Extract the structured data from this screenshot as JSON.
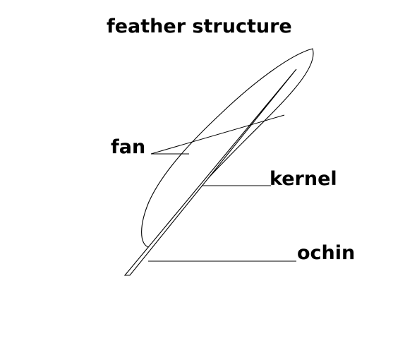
{
  "diagram": {
    "title": "feather structure",
    "labels": {
      "fan": "fan",
      "kernel": "kernel",
      "ochin": "ochin"
    }
  },
  "colors": {
    "background": "#ffffff",
    "line": "#000000",
    "text": "#000000"
  }
}
